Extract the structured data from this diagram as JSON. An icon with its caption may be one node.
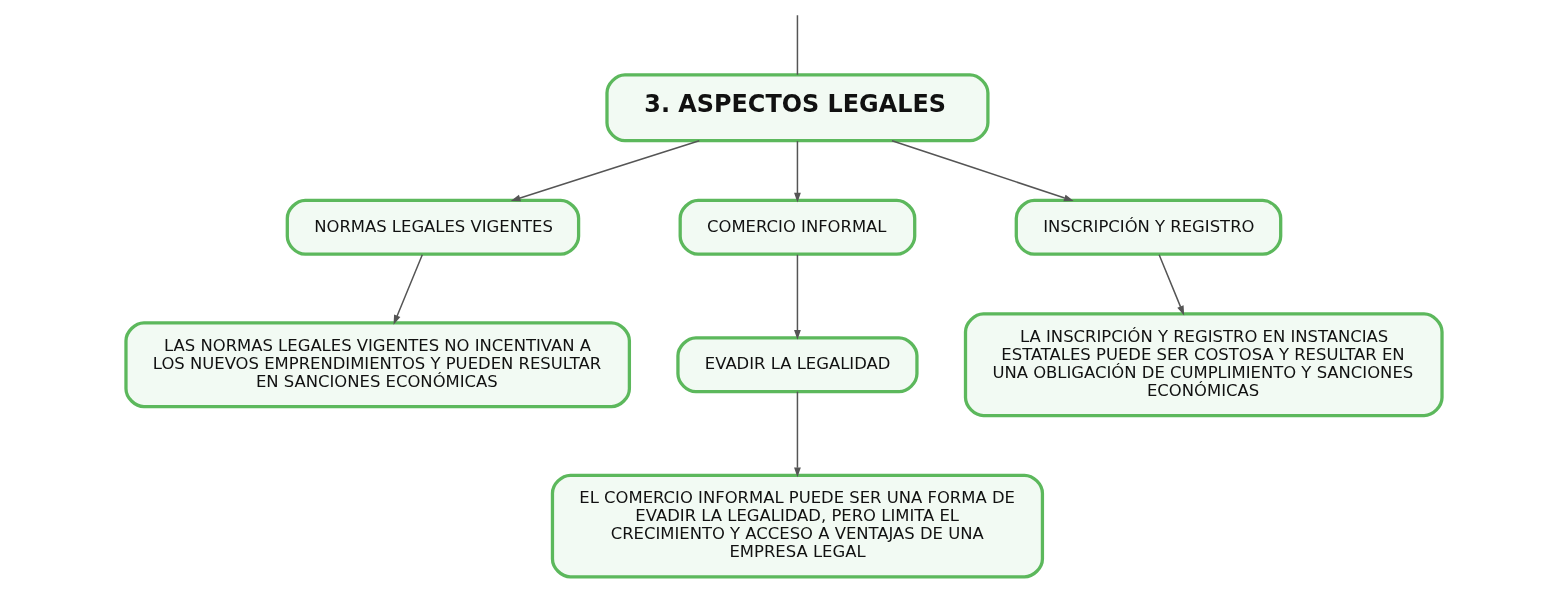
{
  "diagram": {
    "nodes": [
      {
        "text": [
          "3. ASPECTOS LEGALES"
        ]
      },
      {
        "text": [
          "NORMAS LEGALES VIGENTES"
        ]
      },
      {
        "text": [
          "COMERCIO INFORMAL"
        ]
      },
      {
        "text": [
          "INSCRIPCIÓN Y REGISTRO"
        ]
      },
      {
        "text": [
          "LAS NORMAS LEGALES VIGENTES NO INCENTIVAN A LOS NUEVOS EMPRENDIMIENTOS Y PUEDEN RESULTAR EN SANCIONES ECONÓMICAS"
        ]
      },
      {
        "text": [
          "EVADIR LA LEGALIDAD"
        ]
      },
      {
        "text": [
          "LA INSCRIPCIÓN Y REGISTRO EN INSTANCIAS ESTATALES PUEDE SER COSTOSA Y RESULTAR EN UNA OBLIGACIÓN DE CUMPLIMIENTO Y SANCIONES ECONÓMICAS"
        ]
      },
      {
        "text": [
          "EL COMERCIO INFORMAL PUEDE SER UNA FORMA DE EVADIR LA LEGALIDAD, PERO LIMITA EL CRECIMIENTO Y ACCESO A VENTAJAS DE UNA EMPRESA LEGAL"
        ]
      }
    ],
    "edges": [
      {
        "from": null,
        "to": 0,
        "arrow": "none"
      },
      {
        "from": 0,
        "to": 1,
        "arrow": "to"
      },
      {
        "from": 0,
        "to": 2,
        "arrow": "to"
      },
      {
        "from": 0,
        "to": 3,
        "arrow": "to"
      },
      {
        "from": 1,
        "to": 4,
        "arrow": "to"
      },
      {
        "from": 2,
        "to": 5,
        "arrow": "to"
      },
      {
        "from": 5,
        "to": 7,
        "arrow": "to"
      },
      {
        "from": 3,
        "to": 6,
        "arrow": "to"
      }
    ]
  }
}
